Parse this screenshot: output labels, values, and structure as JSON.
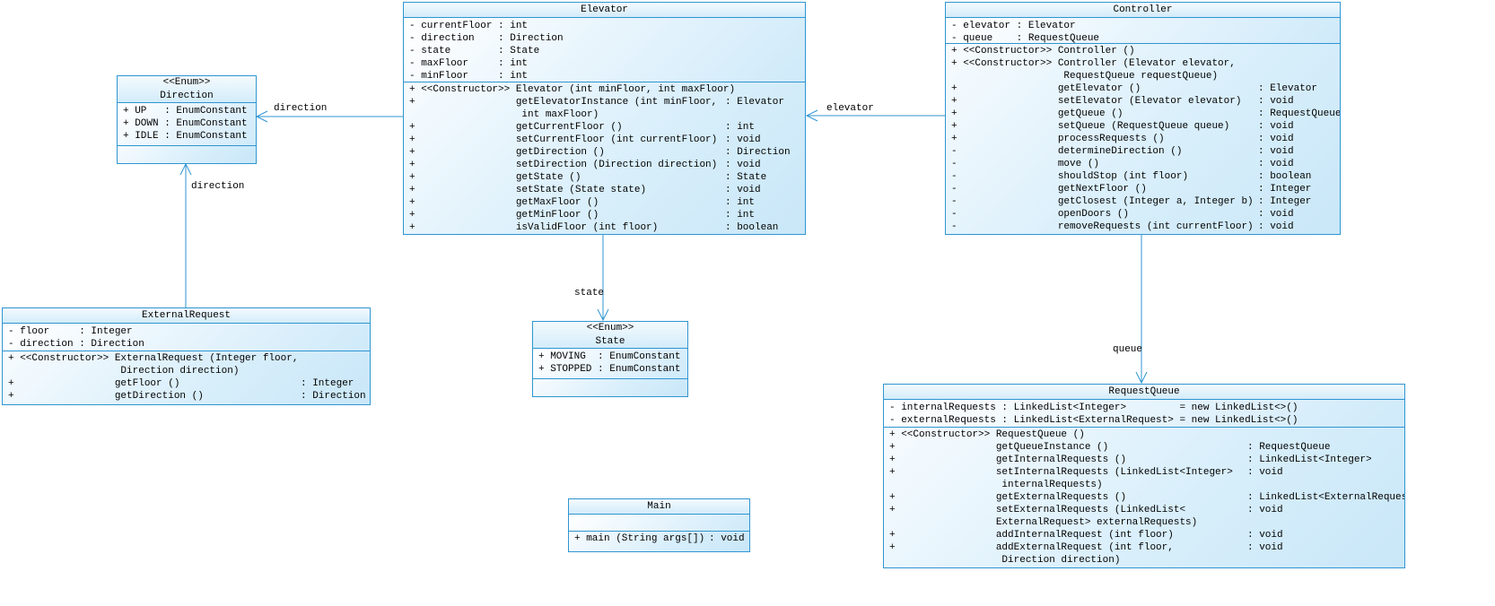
{
  "diagram": {
    "type": "uml-class-diagram",
    "colors": {
      "border": "#2f95d2",
      "line": "#2f95d2",
      "title_fill": "#d3ecfa",
      "body_fill": "#e2f2fc",
      "text": "#000000"
    }
  },
  "classes": [
    {
      "id": "direction",
      "stereotype": "<<Enum>>",
      "name": "Direction",
      "attributes": [
        {
          "l": "+ UP   : EnumConstant"
        },
        {
          "l": "+ DOWN : EnumConstant"
        },
        {
          "l": "+ IDLE : EnumConstant"
        }
      ],
      "methods": []
    },
    {
      "id": "elevator",
      "name": "Elevator",
      "attributes": [
        {
          "l": "- currentFloor : int"
        },
        {
          "l": "- direction    : Direction"
        },
        {
          "l": "- state        : State"
        },
        {
          "l": "- maxFloor     : int"
        },
        {
          "l": "- minFloor     : int"
        }
      ],
      "methods": [
        {
          "l": "+ <<Constructor>> Elevator (int minFloor, int maxFloor)"
        },
        {
          "l": "+                 getElevatorInstance (int minFloor,\n                   int maxFloor)",
          "r": ": Elevator"
        },
        {
          "l": "+                 getCurrentFloor ()",
          "r": ": int"
        },
        {
          "l": "+                 setCurrentFloor (int currentFloor)",
          "r": ": void"
        },
        {
          "l": "+                 getDirection ()",
          "r": ": Direction"
        },
        {
          "l": "+                 setDirection (Direction direction)",
          "r": ": void"
        },
        {
          "l": "+                 getState ()",
          "r": ": State"
        },
        {
          "l": "+                 setState (State state)",
          "r": ": void"
        },
        {
          "l": "+                 getMaxFloor ()",
          "r": ": int"
        },
        {
          "l": "+                 getMinFloor ()",
          "r": ": int"
        },
        {
          "l": "+                 isValidFloor (int floor)",
          "r": ": boolean"
        }
      ]
    },
    {
      "id": "controller",
      "name": "Controller",
      "attributes": [
        {
          "l": "- elevator : Elevator"
        },
        {
          "l": "- queue    : RequestQueue"
        }
      ],
      "methods": [
        {
          "l": "+ <<Constructor>> Controller ()"
        },
        {
          "l": "+ <<Constructor>> Controller (Elevator elevator,\n                   RequestQueue requestQueue)"
        },
        {
          "l": "+                 getElevator ()",
          "r": ": Elevator"
        },
        {
          "l": "+                 setElevator (Elevator elevator)",
          "r": ": void"
        },
        {
          "l": "+                 getQueue ()",
          "r": ": RequestQueue"
        },
        {
          "l": "+                 setQueue (RequestQueue queue)",
          "r": ": void"
        },
        {
          "l": "+                 processRequests ()",
          "r": ": void"
        },
        {
          "l": "-                 determineDirection ()",
          "r": ": void"
        },
        {
          "l": "-                 move ()",
          "r": ": void"
        },
        {
          "l": "-                 shouldStop (int floor)",
          "r": ": boolean"
        },
        {
          "l": "-                 getNextFloor ()",
          "r": ": Integer"
        },
        {
          "l": "-                 getClosest (Integer a, Integer b)",
          "r": ": Integer"
        },
        {
          "l": "-                 openDoors ()",
          "r": ": void"
        },
        {
          "l": "-                 removeRequests (int currentFloor)",
          "r": ": void"
        }
      ]
    },
    {
      "id": "externalrequest",
      "name": "ExternalRequest",
      "attributes": [
        {
          "l": "- floor     : Integer"
        },
        {
          "l": "- direction : Direction"
        }
      ],
      "methods": [
        {
          "l": "+ <<Constructor>> ExternalRequest (Integer floor,\n                   Direction direction)"
        },
        {
          "l": "+                 getFloor ()",
          "r": ": Integer"
        },
        {
          "l": "+                 getDirection ()",
          "r": ": Direction"
        }
      ]
    },
    {
      "id": "state",
      "stereotype": "<<Enum>>",
      "name": "State",
      "attributes": [
        {
          "l": "+ MOVING  : EnumConstant"
        },
        {
          "l": "+ STOPPED : EnumConstant"
        }
      ],
      "methods": []
    },
    {
      "id": "main",
      "name": "Main",
      "attributes": [],
      "methods": [
        {
          "l": "+ main (String args[])",
          "r": ": void"
        }
      ]
    },
    {
      "id": "requestqueue",
      "name": "RequestQueue",
      "attributes": [
        {
          "l": "- internalRequests : LinkedList<Integer>         = new LinkedList<>()"
        },
        {
          "l": "- externalRequests : LinkedList<ExternalRequest> = new LinkedList<>()"
        }
      ],
      "methods": [
        {
          "l": "+ <<Constructor>> RequestQueue ()"
        },
        {
          "l": "+                 getQueueInstance ()",
          "r": ": RequestQueue"
        },
        {
          "l": "+                 getInternalRequests ()",
          "r": ": LinkedList<Integer>"
        },
        {
          "l": "+                 setInternalRequests (LinkedList<Integer>\n                   internalRequests)",
          "r": ": void"
        },
        {
          "l": "+                 getExternalRequests ()",
          "r": ": LinkedList<ExternalRequest>"
        },
        {
          "l": "+                 setExternalRequests (LinkedList<\n                  ExternalRequest> externalRequests)",
          "r": ": void"
        },
        {
          "l": "+                 addInternalRequest (int floor)",
          "r": ": void"
        },
        {
          "l": "+                 addExternalRequest (int floor,\n                   Direction direction)",
          "r": ": void"
        }
      ]
    }
  ],
  "connectors": [
    {
      "label": "direction",
      "from": "Elevator",
      "to": "Direction"
    },
    {
      "label": "direction",
      "from": "ExternalRequest",
      "to": "Direction"
    },
    {
      "label": "elevator",
      "from": "Controller",
      "to": "Elevator"
    },
    {
      "label": "state",
      "from": "Elevator",
      "to": "State"
    },
    {
      "label": "queue",
      "from": "Controller",
      "to": "RequestQueue"
    }
  ]
}
